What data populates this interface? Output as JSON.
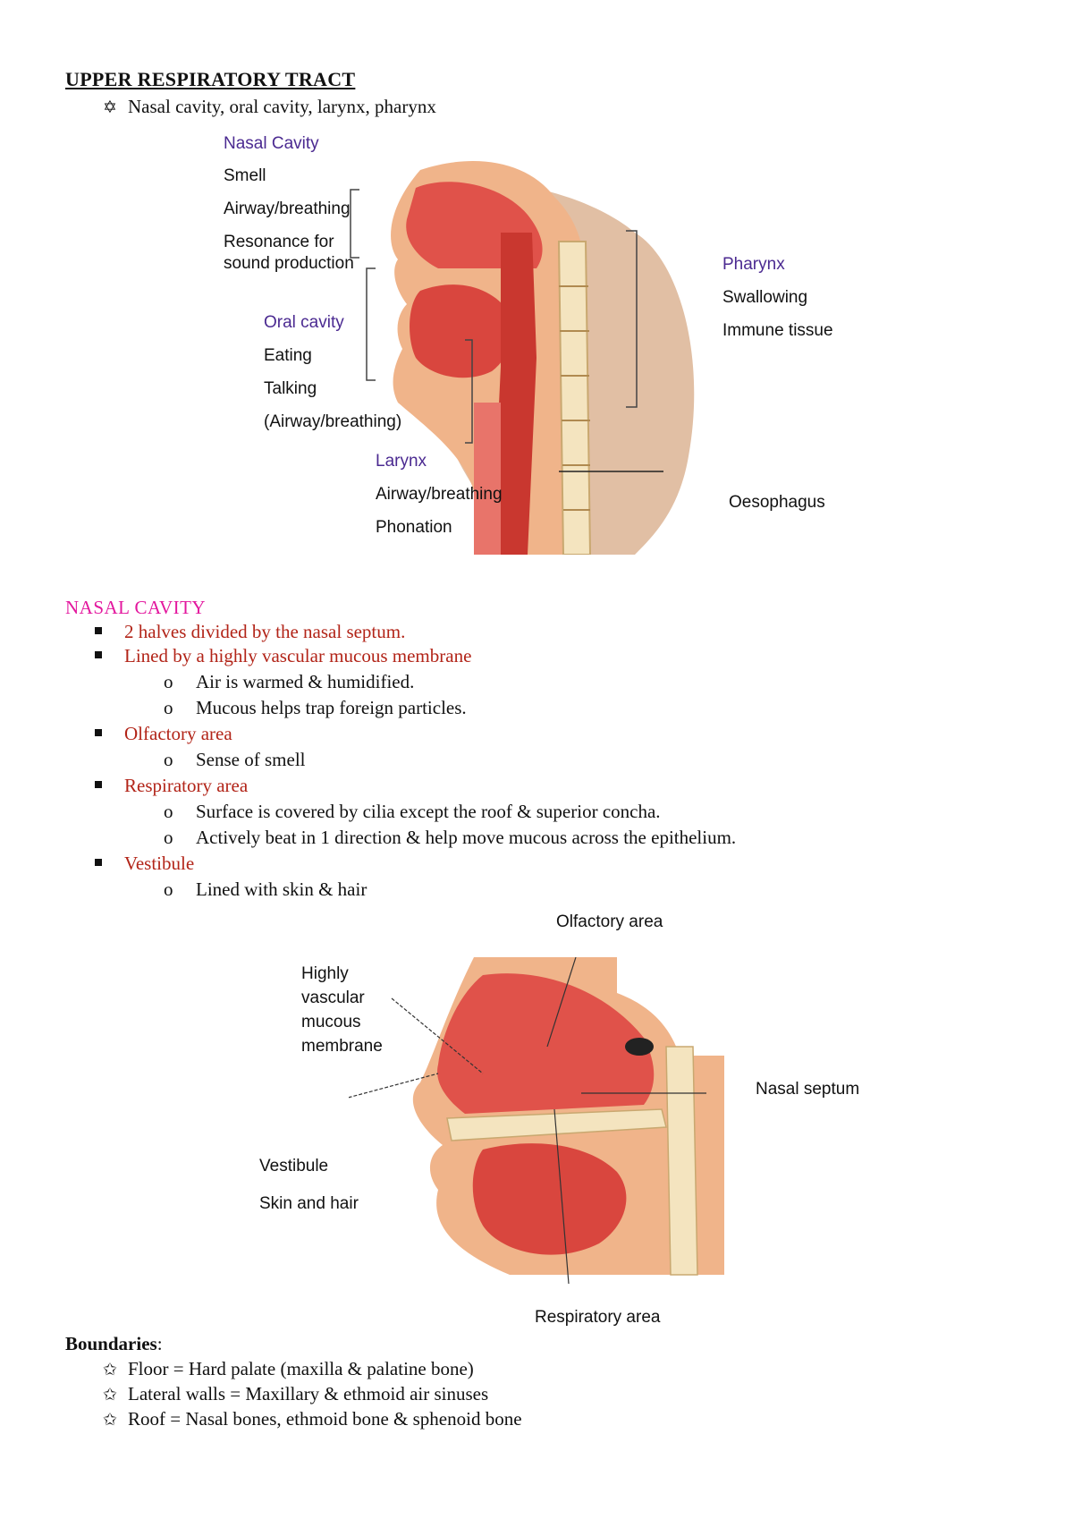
{
  "heading": "UPPER RESPIRATORY TRACT",
  "intro_bullet": "Nasal cavity, oral cavity, larynx, pharynx",
  "figure1": {
    "nasal_cavity": {
      "title": "Nasal Cavity",
      "items": [
        "Smell",
        "Airway/breathing",
        "Resonance for",
        "sound production"
      ]
    },
    "oral_cavity": {
      "title": "Oral cavity",
      "items": [
        "Eating",
        "Talking",
        "(Airway/breathing)"
      ]
    },
    "larynx": {
      "title": "Larynx",
      "items": [
        "Airway/breathing",
        "Phonation"
      ]
    },
    "pharynx": {
      "title": "Pharynx",
      "items": [
        "Swallowing",
        "Immune tissue"
      ]
    },
    "oesophagus": "Oesophagus",
    "colors": {
      "label_title": "#4b2a91",
      "tissue": "#e0524a"
    }
  },
  "nasal_section": {
    "title": "NASAL CAVITY",
    "bullets": [
      {
        "text": "2 halves divided by the nasal septum.",
        "subs": []
      },
      {
        "text": "Lined by a highly vascular mucous membrane",
        "subs": [
          "Air is warmed & humidified.",
          "Mucous helps trap foreign particles."
        ]
      },
      {
        "text": "Olfactory area",
        "subs": [
          "Sense of smell"
        ]
      },
      {
        "text": "Respiratory area",
        "subs": [
          "Surface is covered by cilia except the roof & superior concha.",
          "Actively beat in 1 direction & help move mucous across the epithelium."
        ]
      },
      {
        "text": "Vestibule",
        "subs": [
          "Lined with skin & hair"
        ]
      }
    ],
    "colors": {
      "title": "#e3179e",
      "bullet": "#b22418"
    }
  },
  "figure2": {
    "olfactory": "Olfactory area",
    "mucous": [
      "Highly",
      "vascular",
      "mucous",
      "membrane"
    ],
    "septum": "Nasal septum",
    "vestibule": "Vestibule",
    "skin": "Skin and hair",
    "respiratory": "Respiratory area"
  },
  "boundaries": {
    "title": "Boundaries",
    "items": [
      "Floor = Hard palate (maxilla & palatine bone)",
      "Lateral walls = Maxillary & ethmoid air sinuses",
      "Roof = Nasal bones, ethmoid bone & sphenoid bone"
    ]
  }
}
